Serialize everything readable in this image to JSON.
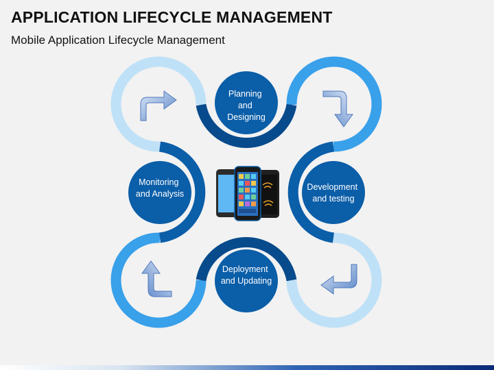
{
  "header": {
    "title": "APPLICATION LIFECYCLE MANAGEMENT",
    "subtitle": "Mobile Application Lifecycle Management"
  },
  "stages": [
    {
      "id": "planning",
      "lines": [
        "Planning",
        "and",
        "Designing"
      ]
    },
    {
      "id": "development",
      "lines": [
        "Development",
        "and testing"
      ]
    },
    {
      "id": "deployment",
      "lines": [
        "Deployment",
        "and Updating"
      ]
    },
    {
      "id": "monitoring",
      "lines": [
        "Monitoring",
        "and Analysis"
      ]
    }
  ],
  "icons": {
    "center": "smartphones-icon",
    "arrows": [
      "arrow-turn-right-icon",
      "arrow-turn-down-icon",
      "arrow-turn-left-icon",
      "arrow-turn-up-icon"
    ]
  },
  "colors": {
    "dark_blue": "#0b5ea8",
    "navy": "#084b8c",
    "mid_blue": "#39a0ea",
    "light_blue": "#bfe1f7",
    "arrow_blue": "#5b86c8",
    "text": "#111111"
  }
}
